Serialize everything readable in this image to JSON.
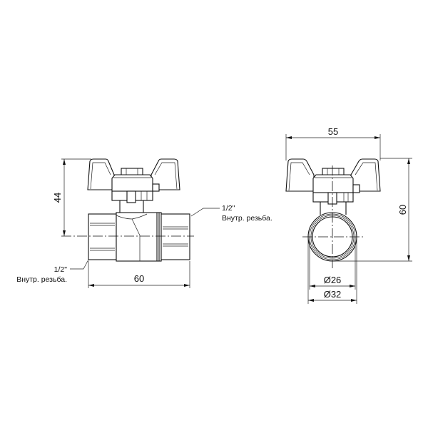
{
  "front_view": {
    "dim_height": "44",
    "dim_width": "60",
    "note_right": {
      "size": "1/2\"",
      "text": "Внутр. резьба."
    },
    "note_left": {
      "size": "1/2\"",
      "text": "Внутр. резьба."
    }
  },
  "side_view": {
    "dim_width": "55",
    "dim_height": "60",
    "dim_inner_diameter": "Ø26",
    "dim_outer_diameter": "Ø32"
  },
  "colors": {
    "line": "#111111",
    "background": "#ffffff"
  }
}
